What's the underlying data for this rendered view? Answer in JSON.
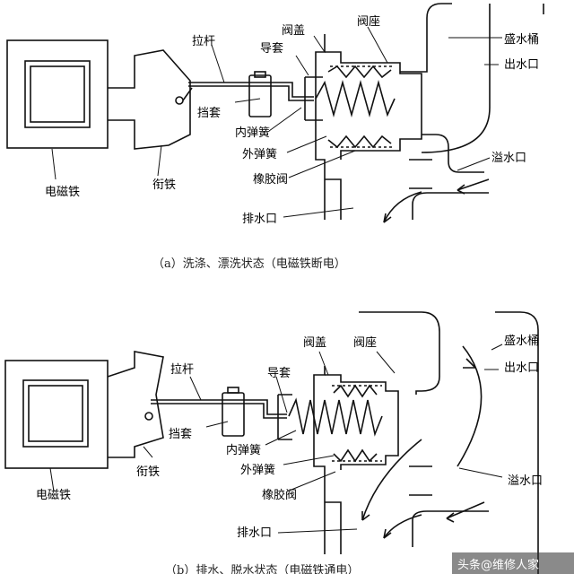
{
  "panel_a": {
    "labels": {
      "electromagnet": "电磁铁",
      "armature": "衔铁",
      "pull_rod": "拉杆",
      "stop_sleeve": "挡套",
      "inner_spring": "内弹簧",
      "outer_spring": "外弹簧",
      "guide_sleeve": "导套",
      "valve_cover": "阀盖",
      "valve_seat": "阀座",
      "rubber_valve": "橡胶阀",
      "drain_outlet": "排水口",
      "tub": "盛水桶",
      "water_outlet": "出水口",
      "overflow": "溢水口"
    },
    "caption": "（a）洗涤、漂洗状态（电磁铁断电）"
  },
  "panel_b": {
    "labels": {
      "electromagnet": "电磁铁",
      "armature": "衔铁",
      "pull_rod": "拉杆",
      "stop_sleeve": "挡套",
      "inner_spring": "内弹簧",
      "outer_spring": "外弹簧",
      "guide_sleeve": "导套",
      "valve_cover": "阀盖",
      "valve_seat": "阀座",
      "rubber_valve": "橡胶阀",
      "drain_outlet": "排水口",
      "tub": "盛水桶",
      "water_outlet": "出水口",
      "overflow": "溢水口"
    },
    "caption": "（b）排水、脱水状态（电磁铁通电）"
  },
  "watermark": "头条@维修人家"
}
